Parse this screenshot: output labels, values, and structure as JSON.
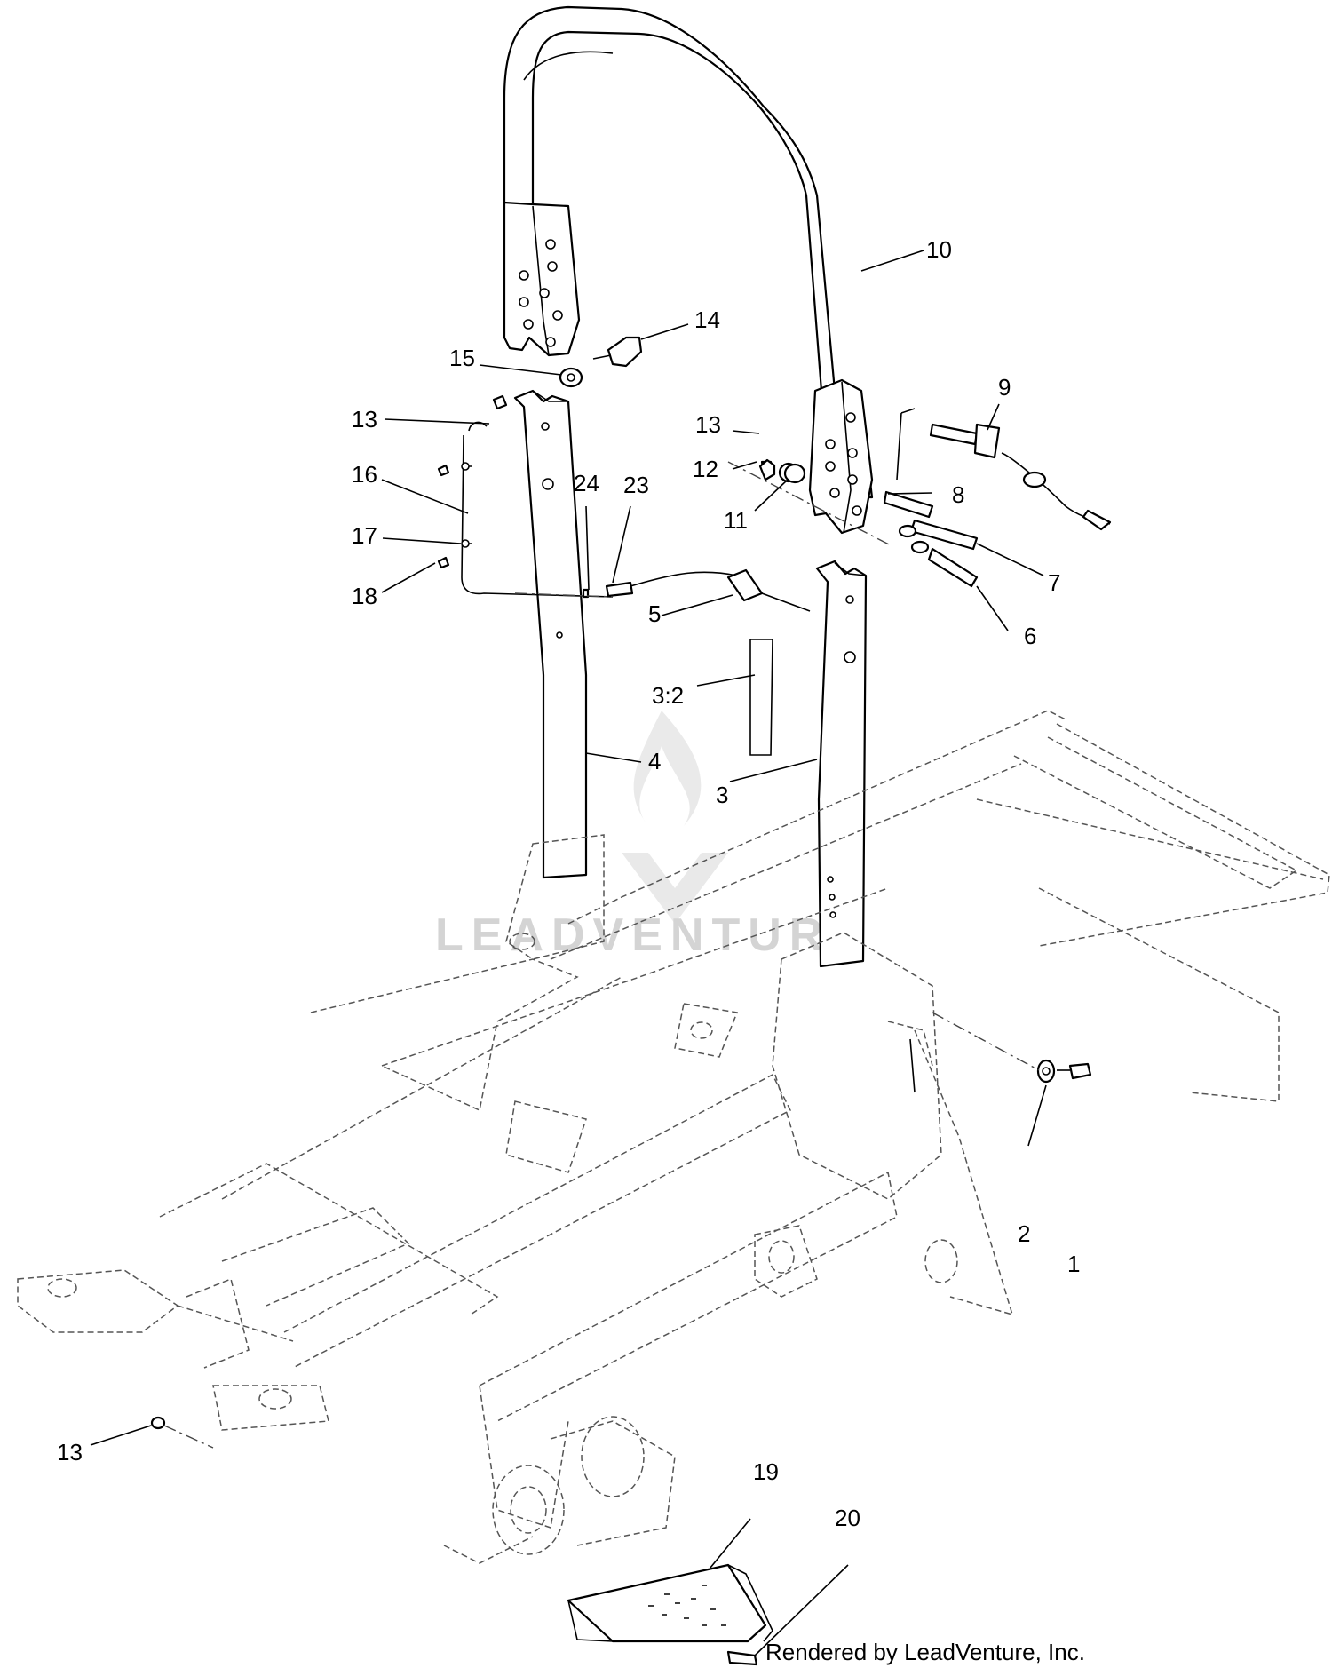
{
  "callouts": {
    "c1": "1",
    "c2": "2",
    "c3": "3",
    "c3_2": "3:2",
    "c4": "4",
    "c5": "5",
    "c6": "6",
    "c7": "7",
    "c8": "8",
    "c9": "9",
    "c10": "10",
    "c11": "11",
    "c12": "12",
    "c13a": "13",
    "c13b": "13",
    "c13c": "13",
    "c14": "14",
    "c15": "15",
    "c16": "16",
    "c17": "17",
    "c18": "18",
    "c19": "19",
    "c20": "20",
    "c23": "23",
    "c24": "24"
  },
  "watermark": "LEADVENTURE",
  "credit": "Rendered by LeadVenture, Inc.",
  "colors": {
    "line": "#000000",
    "watermark": "#d4d4d4",
    "background": "#ffffff"
  }
}
